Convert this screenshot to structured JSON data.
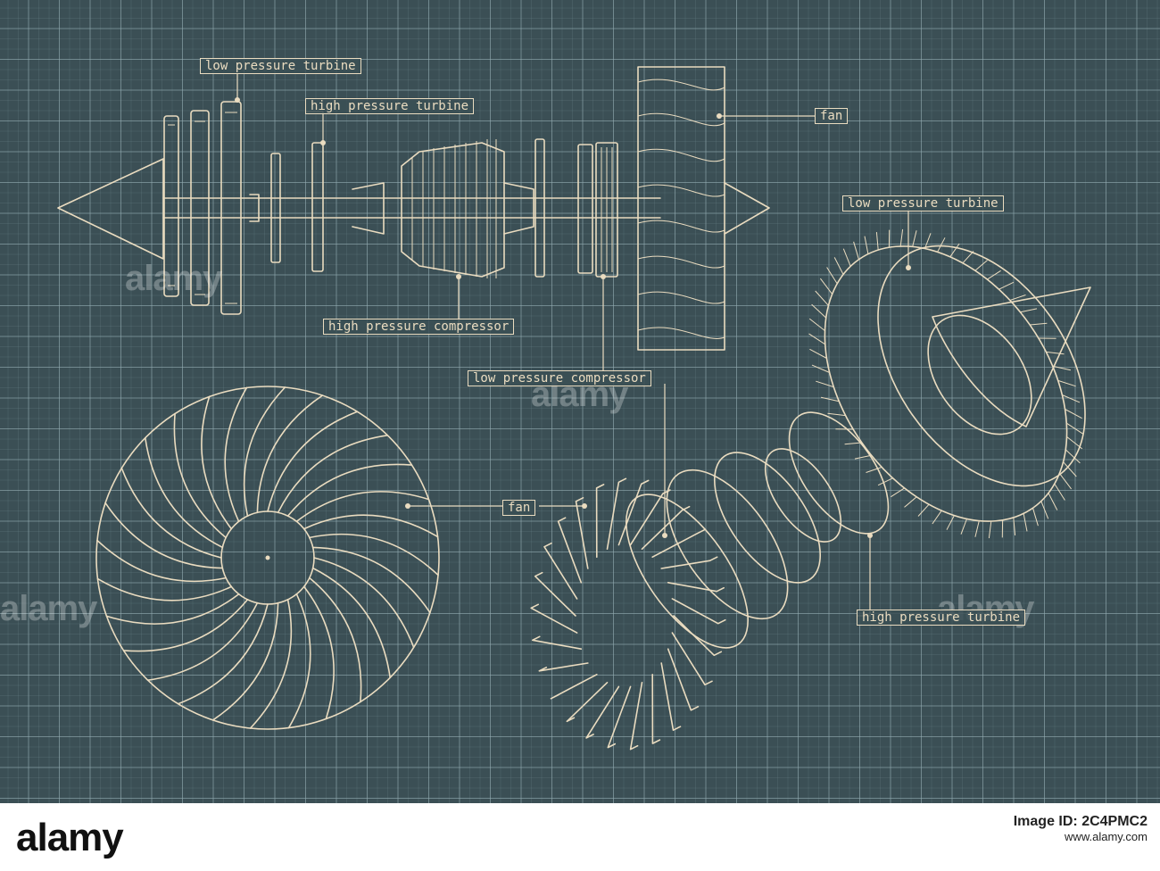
{
  "labels": {
    "lpt_top": "low pressure turbine",
    "hpt_top": "high pressure turbine",
    "fan_top": "fan",
    "lpt_right": "low pressure turbine",
    "hpc": "high pressure compressor",
    "lpc": "low pressure compressor",
    "fan_bottom": "fan",
    "hpt_right": "high pressure turbine"
  },
  "watermark": {
    "text": "alamy"
  },
  "footer": {
    "logo": "alamy",
    "image_code": "Image ID: 2C4PMC2",
    "url": "www.alamy.com"
  },
  "colors": {
    "background": "#3b4f55",
    "ink": "#eadcc0"
  },
  "icons": [
    "alamy-logo"
  ]
}
